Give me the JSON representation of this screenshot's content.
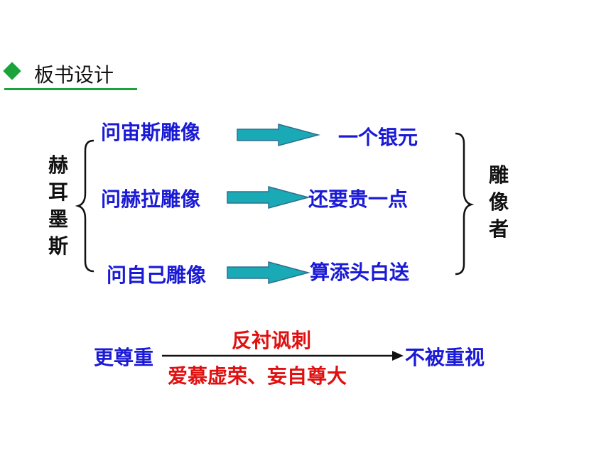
{
  "header": {
    "title": "板书设计",
    "accent_color": "#1aa33a"
  },
  "left_label": "赫耳墨斯",
  "right_label": "雕像者",
  "rows": [
    {
      "question": "问宙斯雕像",
      "answer": "一个银元"
    },
    {
      "question": "问赫拉雕像",
      "answer": "还要贵一点"
    },
    {
      "question": "问自己雕像",
      "answer": "算添头白送"
    }
  ],
  "bottom": {
    "from": "更尊重",
    "to": "不被重视",
    "above": "反衬讽刺",
    "below": "爱慕虚荣、妄自尊大"
  },
  "colors": {
    "blue": "#1a1ad6",
    "red": "#e01010",
    "arrow_fill": "#19aab5",
    "arrow_stroke": "#2f6f8f"
  }
}
